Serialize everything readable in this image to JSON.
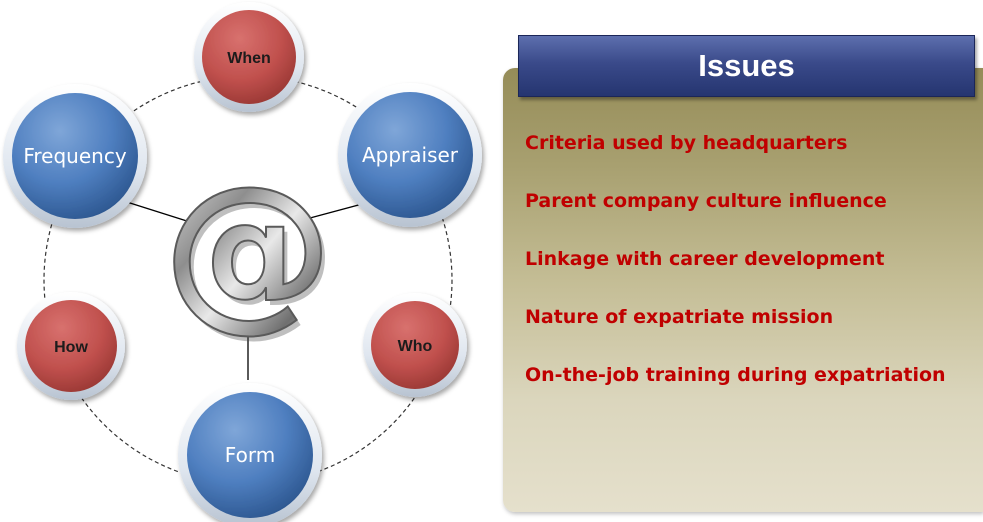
{
  "diagram": {
    "center_symbol": "@",
    "nodes": {
      "when": "When",
      "appraiser": "Appraiser",
      "frequency": "Frequency",
      "how": "How",
      "who": "Who",
      "form": "Form"
    },
    "colors": {
      "primary_node": "#4f7fc0",
      "secondary_node": "#c0504d",
      "connector": "#000000"
    }
  },
  "issues": {
    "title": "Issues",
    "items": [
      "Criteria used by headquarters",
      "Parent company culture influence",
      "Linkage with career development",
      "Nature of expatriate mission",
      "On-the-job training during expatriation"
    ],
    "colors": {
      "header": "#3a4a8a",
      "text": "#c00000",
      "panel": "#a8a070"
    }
  }
}
